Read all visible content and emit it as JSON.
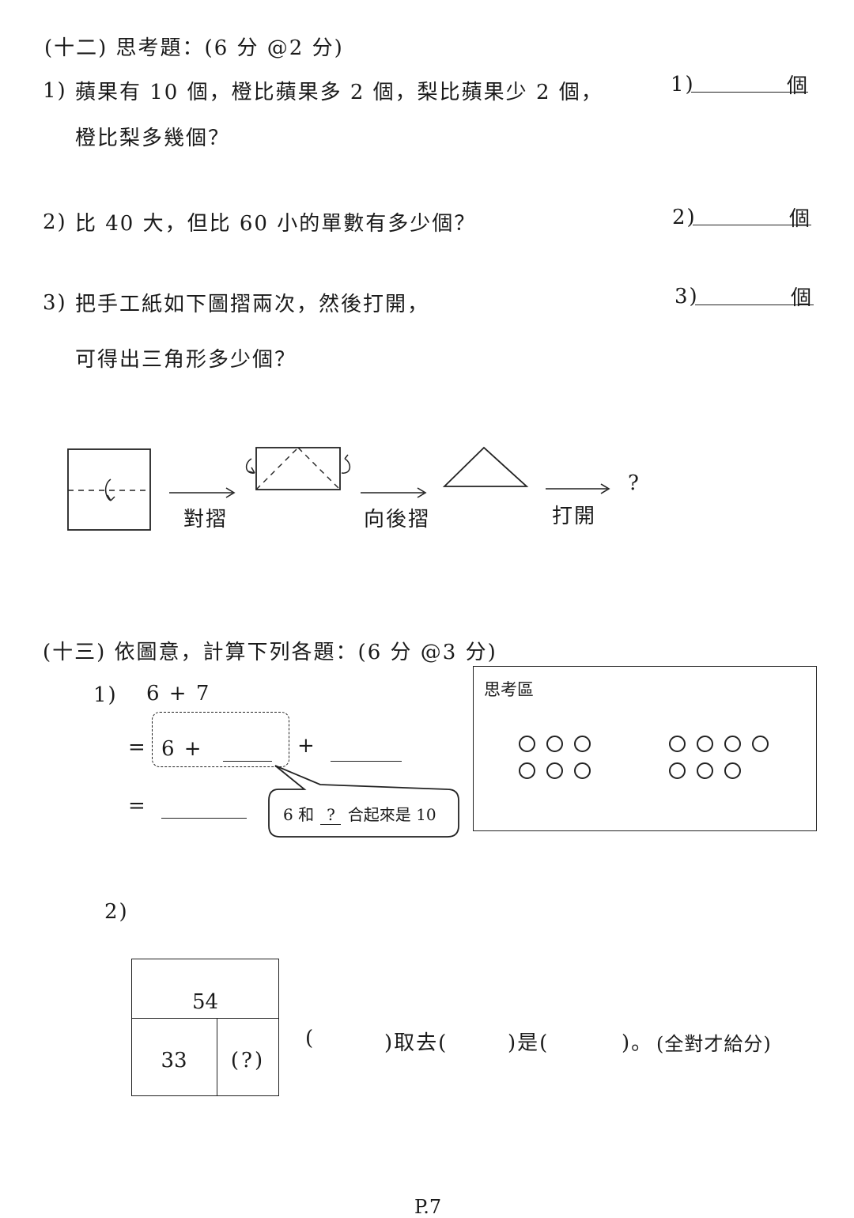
{
  "section12": {
    "heading": "(十二)  思考題：(6 分   @2 分)",
    "q1": {
      "num": "1)",
      "line1": "蘋果有 10 個，橙比蘋果多 2 個，梨比蘋果少 2 個，",
      "line2": "橙比梨多幾個？",
      "answer_label": "1)",
      "unit": "個"
    },
    "q2": {
      "num": "2)",
      "text": "比 40 大，但比 60 小的單數有多少個？",
      "answer_label": "2)",
      "unit": "個"
    },
    "q3": {
      "num": "3)",
      "line1": "把手工紙如下圖摺兩次，然後打開，",
      "line2": "可得出三角形多少個？",
      "answer_label": "3)",
      "unit": "個",
      "step1": "對摺",
      "step2": "向後摺",
      "step3": "打開",
      "result": "?"
    }
  },
  "section13": {
    "heading": "(十三)  依圖意，計算下列各題：(6 分   @3 分)",
    "q1": {
      "num": "1)",
      "expr": "6  +  7",
      "eq1": "=",
      "six_plus": "6  +",
      "plus": "+",
      "eq2": "=",
      "bubble_a": "6 和",
      "bubble_q": "?",
      "bubble_b": "合起來是 10",
      "think_title": "思考區"
    },
    "q2": {
      "num": "2)",
      "whole": "54",
      "part": "33",
      "unknown": "(?)",
      "sentence_open": "(",
      "take_away": ")取去(",
      "is": ")是(",
      "close": ")。",
      "note": "(全對才給分)"
    }
  },
  "page_number": "P.7"
}
